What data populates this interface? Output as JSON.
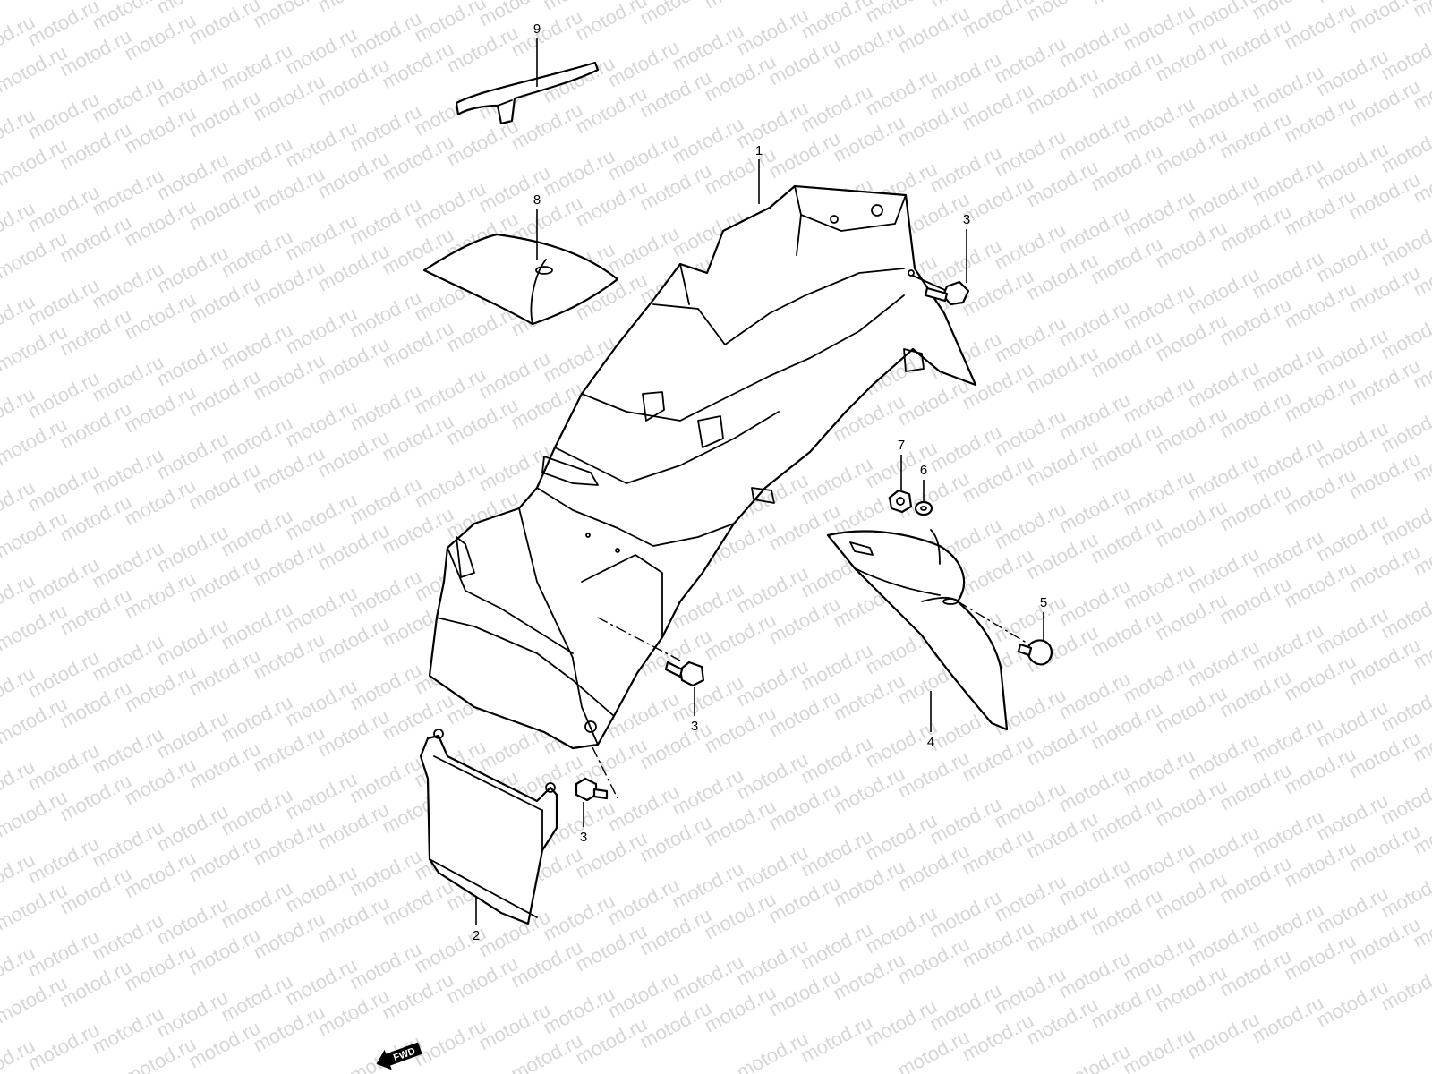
{
  "watermark": {
    "text": "motod.ru",
    "color": "#d6d6d6"
  },
  "callouts": [
    {
      "id": "callout-1",
      "label": "1"
    },
    {
      "id": "callout-2",
      "label": "2"
    },
    {
      "id": "callout-3-top",
      "label": "3"
    },
    {
      "id": "callout-3-middle",
      "label": "3"
    },
    {
      "id": "callout-3-bottom",
      "label": "3"
    },
    {
      "id": "callout-4",
      "label": "4"
    },
    {
      "id": "callout-5",
      "label": "5"
    },
    {
      "id": "callout-6",
      "label": "6"
    },
    {
      "id": "callout-7",
      "label": "7"
    },
    {
      "id": "callout-8",
      "label": "8"
    },
    {
      "id": "callout-9",
      "label": "9"
    }
  ],
  "fwd_indicator": {
    "label": "FWD",
    "icon": "arrow-left-icon"
  },
  "colors": {
    "line": "#000000",
    "background": "#ffffff"
  }
}
